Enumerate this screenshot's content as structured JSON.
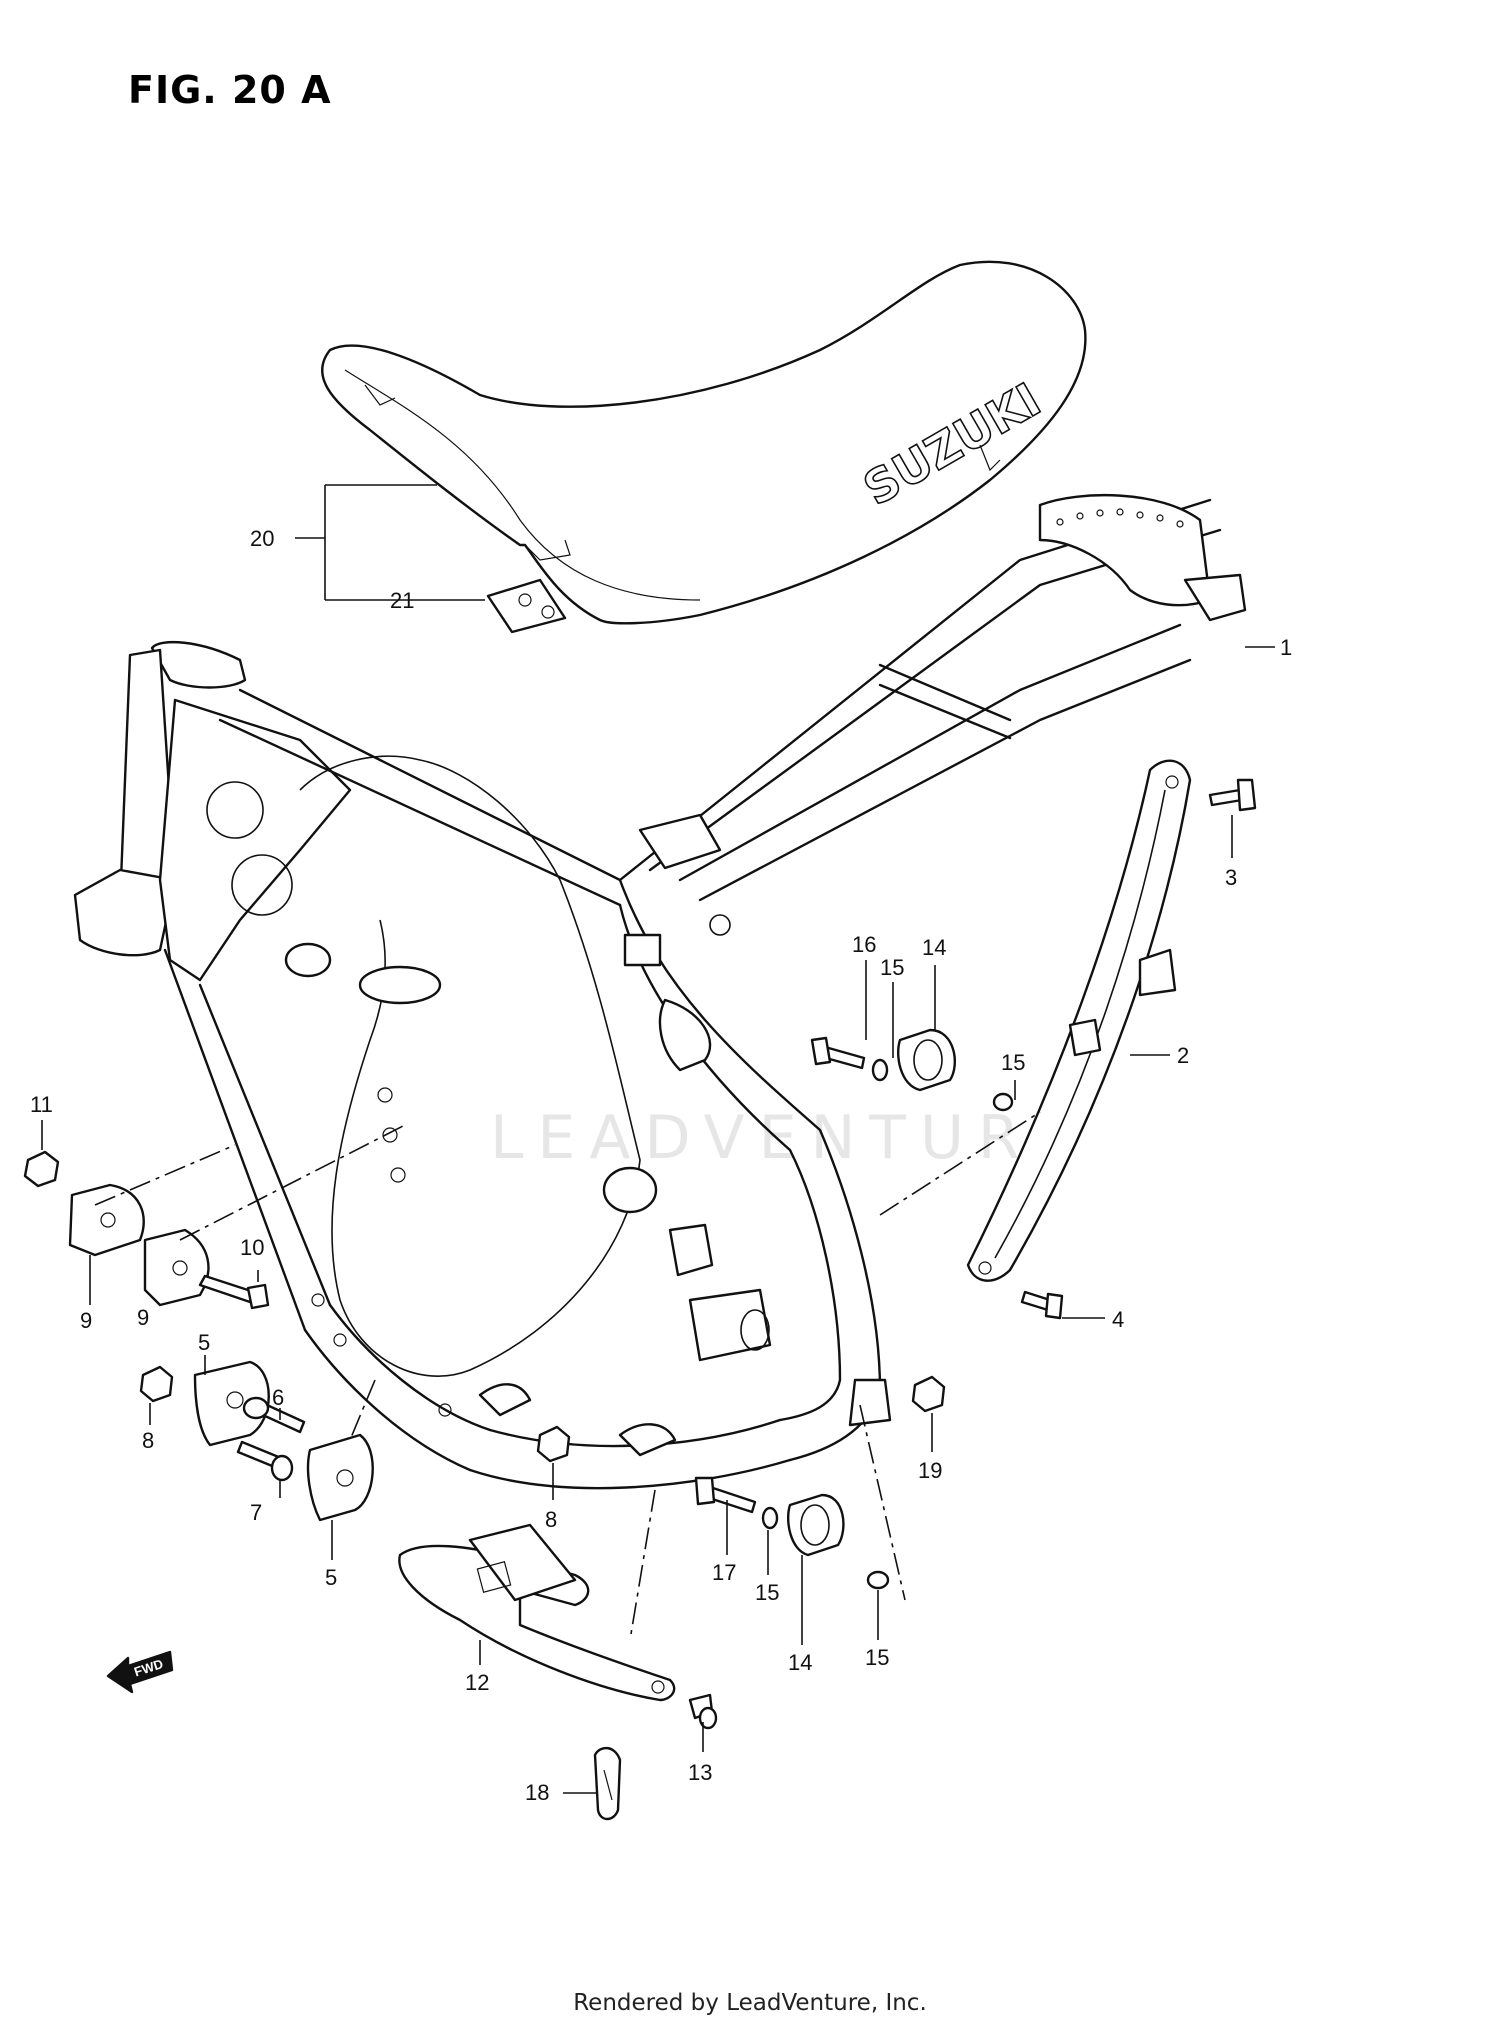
{
  "figure": {
    "title": "FIG. 20 A",
    "seat_logo": "SUZUKI",
    "fwd_label": "FWD"
  },
  "watermark": "LEADVENTURE",
  "footer": "Rendered by LeadVenture, Inc.",
  "callouts": {
    "c1": "1",
    "c2": "2",
    "c3": "3",
    "c4": "4",
    "c5a": "5",
    "c5b": "5",
    "c6": "6",
    "c7": "7",
    "c8a": "8",
    "c8b": "8",
    "c9a": "9",
    "c9b": "9",
    "c10": "10",
    "c11": "11",
    "c12": "12",
    "c13": "13",
    "c14a": "14",
    "c14b": "14",
    "c15a": "15",
    "c15b": "15",
    "c15c": "15",
    "c15d": "15",
    "c16": "16",
    "c17": "17",
    "c18": "18",
    "c19": "19",
    "c20": "20",
    "c21": "21"
  }
}
